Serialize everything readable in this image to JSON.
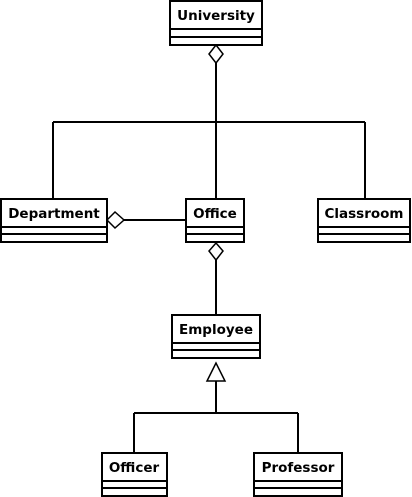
{
  "diagram": {
    "classes": {
      "university": {
        "name": "University"
      },
      "department": {
        "name": "Department"
      },
      "office": {
        "name": "Office"
      },
      "classroom": {
        "name": "Classroom"
      },
      "employee": {
        "name": "Employee"
      },
      "officer": {
        "name": "Officer"
      },
      "professor": {
        "name": "Professor"
      }
    },
    "relationships": [
      {
        "from": "department",
        "to": "university",
        "type": "aggregation"
      },
      {
        "from": "office",
        "to": "university",
        "type": "aggregation"
      },
      {
        "from": "classroom",
        "to": "university",
        "type": "aggregation"
      },
      {
        "from": "office",
        "to": "department",
        "type": "aggregation"
      },
      {
        "from": "employee",
        "to": "office",
        "type": "aggregation"
      },
      {
        "from": "officer",
        "to": "employee",
        "type": "generalization"
      },
      {
        "from": "professor",
        "to": "employee",
        "type": "generalization"
      }
    ]
  }
}
